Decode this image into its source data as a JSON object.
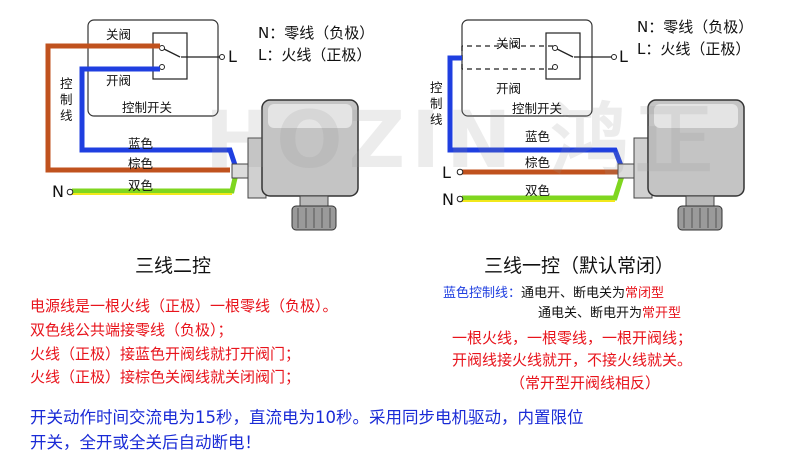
{
  "left": {
    "legend_n": "N：零线（负极）",
    "legend_l": "L：火线（正极）",
    "close_valve": "关阀",
    "open_valve": "开阀",
    "control_switch": "控制开关",
    "l_terminal": "L",
    "n_terminal": "N",
    "control_line": "控\n制\n线",
    "blue_wire": "蓝色",
    "brown_wire": "棕色",
    "dual_wire": "双色",
    "caption": "三线二控"
  },
  "right": {
    "legend_n": "N：零线（负极）",
    "legend_l": "L：火线（正极）",
    "close_valve": "关阀",
    "open_valve": "开阀",
    "control_switch": "控制开关",
    "l_terminal": "L",
    "l_terminal2": "L",
    "n_terminal": "N",
    "control_line": "控\n制\n线",
    "blue_wire": "蓝色",
    "brown_wire": "棕色",
    "dual_wire": "双色",
    "caption": "三线一控（默认常闭）",
    "blue_ctrl_label": "蓝色控制线：",
    "nc_prefix": "通电开、断电关为",
    "nc_type": "常闭型",
    "no_prefix": "通电关、断电开为",
    "no_type": "常开型",
    "note1": "一根火线，一根零线，一根开阀线；",
    "note2": "开阀线接火线就开，不接火线就关。",
    "note3": "（常开型开阀线相反）"
  },
  "notes_left": [
    "电源线是一根火线（正极）一根零线（负极）。",
    "双色线公共端接零线（负极）；",
    "火线（正极）接蓝色开阀线就打开阀门；",
    "火线（正极）接棕色关阀线就关闭阀门；"
  ],
  "bottom_line1": "开关动作时间交流电为15秒，直流电为10秒。采用同步电机驱动，内置限位",
  "bottom_line2": "开关，全开或全关后自动断电！",
  "watermark": "HOZIN 鸿正",
  "colors": {
    "brown": "#c0521e",
    "blue": "#1f3fe0",
    "green": "#7fd61f",
    "yellow": "#f2e81c",
    "red": "#e8141c",
    "dark_blue": "#1a2bd6"
  }
}
